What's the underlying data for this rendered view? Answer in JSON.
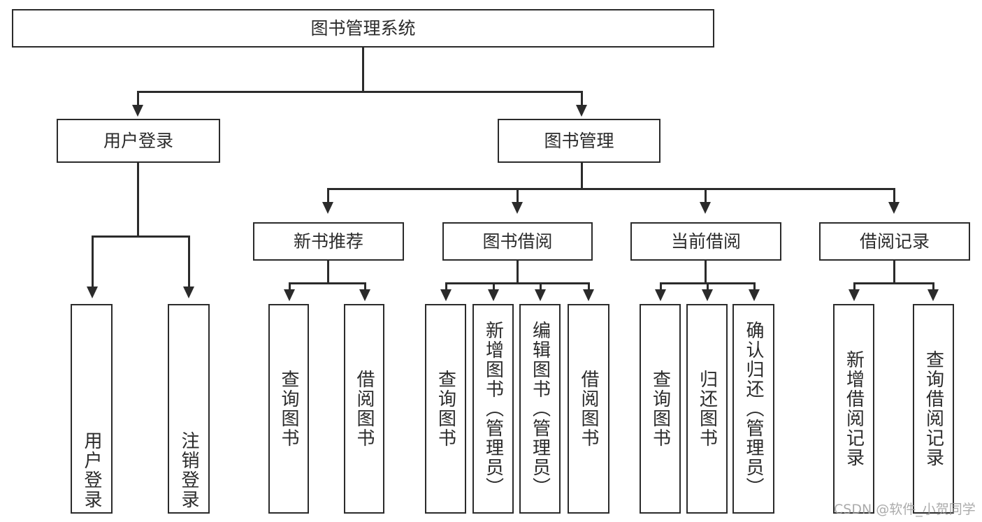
{
  "diagram": {
    "title": "图书管理系统",
    "type": "tree",
    "orientation": "top-down",
    "line_color": "#2b2b2b",
    "box_fill": "#ffffff",
    "text_color": "#2b2b2b"
  },
  "root": {
    "label": "图书管理系统"
  },
  "level2": [
    {
      "label": "用户登录"
    },
    {
      "label": "图书管理"
    }
  ],
  "level3": [
    {
      "label": "新书推荐"
    },
    {
      "label": "图书借阅"
    },
    {
      "label": "当前借阅"
    },
    {
      "label": "借阅记录"
    }
  ],
  "leaves": {
    "user_login": [
      {
        "label": "用户登录"
      },
      {
        "label": "注销登录"
      }
    ],
    "new_book_recommend": [
      {
        "label": "查询图书"
      },
      {
        "label": "借阅图书"
      }
    ],
    "book_borrow": [
      {
        "label": "查询图书"
      },
      {
        "label": "新增图书（管理员）"
      },
      {
        "label": "编辑图书（管理员）"
      },
      {
        "label": "借阅图书"
      }
    ],
    "current_borrow": [
      {
        "label": "查询图书"
      },
      {
        "label": "归还图书"
      },
      {
        "label": "确认归还（管理员）"
      }
    ],
    "borrow_record": [
      {
        "label": "新增借阅记录"
      },
      {
        "label": "查询借阅记录"
      }
    ]
  },
  "watermark": {
    "text": "CSDN @软件_小贺同学"
  }
}
